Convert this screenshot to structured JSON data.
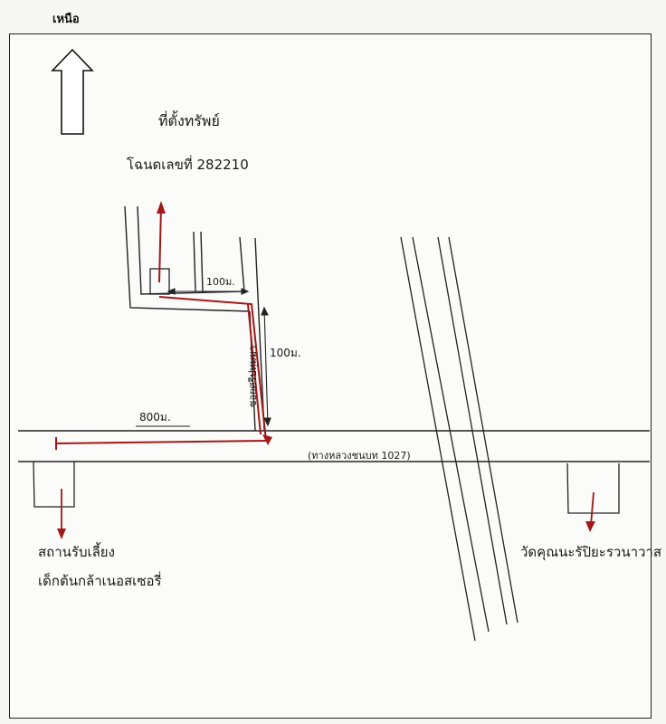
{
  "map": {
    "north_label": "เหนือ",
    "site": {
      "title": "ที่ตั้งทรัพย์",
      "deed": "โฉนดเลขที่ 282210"
    },
    "distances": {
      "top": "100ม.",
      "right": "100ม.",
      "main": "800ม."
    },
    "soi_name": "ซอยศรีปทุมมา",
    "highway_label": "(ทางหลวงชนบท 1027)",
    "landmarks": {
      "nursery_line1": "สถานรับเลี้ยง",
      "nursery_line2": "เด็กต้นกล้าเนอสเซอรี่",
      "temple": "วัดคุณนะรัปิยะรวนาวาส"
    },
    "colors": {
      "route": "#a01818",
      "ink": "#222222"
    }
  }
}
